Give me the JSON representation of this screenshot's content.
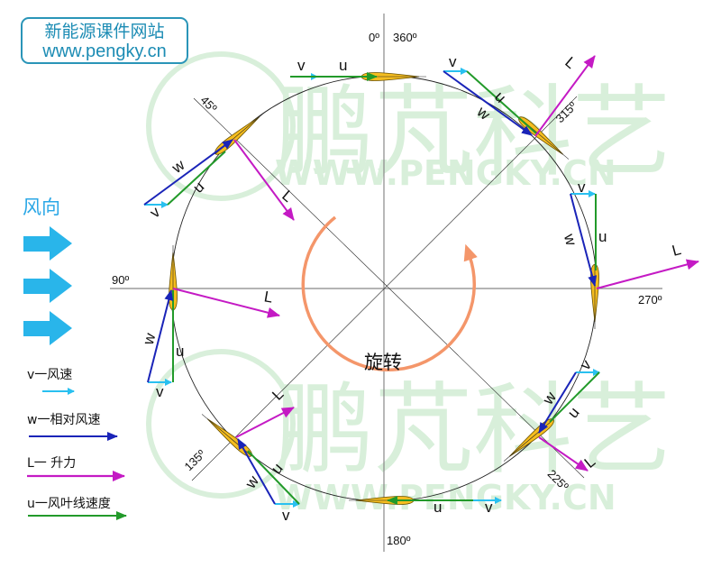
{
  "logo": {
    "line1": "新能源课件网站",
    "line2": "www.pengky.cn"
  },
  "watermark": {
    "text_cn": "鹏芃科艺",
    "text_en": "WWW.PENGKY.CN"
  },
  "wind_direction": {
    "label": "风向",
    "arrow_count": 3,
    "color": "#29b5ea"
  },
  "rotation_label": "旋转",
  "angles": {
    "a0": "0º",
    "a360": "360º",
    "a45": "45º",
    "a90": "90º",
    "a135": "135º",
    "a180": "180º",
    "a225": "225º",
    "a270": "270º",
    "a315": "315º"
  },
  "vector_labels": {
    "v": "v",
    "w": "w",
    "u": "u",
    "L": "L"
  },
  "legend": [
    {
      "label": "v一风速",
      "color": "#29c0f0"
    },
    {
      "label": "w一相对风速",
      "color": "#1a24b8"
    },
    {
      "label": "L一 升力",
      "color": "#c41ac4"
    },
    {
      "label": "u一风叶线速度",
      "color": "#229a2a"
    }
  ],
  "colors": {
    "blade": "#f5bd1f",
    "rotation_arrow": "#f4966a",
    "axis": "#888888",
    "circle": "#222222"
  }
}
